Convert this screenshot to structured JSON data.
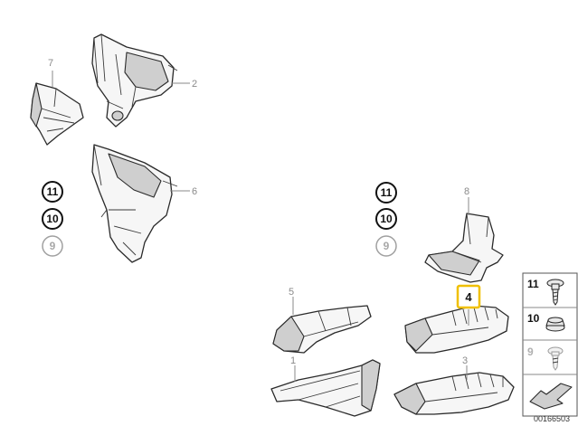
{
  "callouts": {
    "c1": "1",
    "c2": "2",
    "c3": "3",
    "c4": "4",
    "c5": "5",
    "c6": "6",
    "c7": "7",
    "c8": "8"
  },
  "fasteners_left": [
    "11",
    "10",
    "9"
  ],
  "fasteners_right": [
    "11",
    "10",
    "9"
  ],
  "legend": [
    "11",
    "10",
    "9"
  ],
  "doc_number": "00166503",
  "colors": {
    "highlight": "#f0c000",
    "line": "#2a2a2a",
    "faint": "#a0a0a0"
  }
}
